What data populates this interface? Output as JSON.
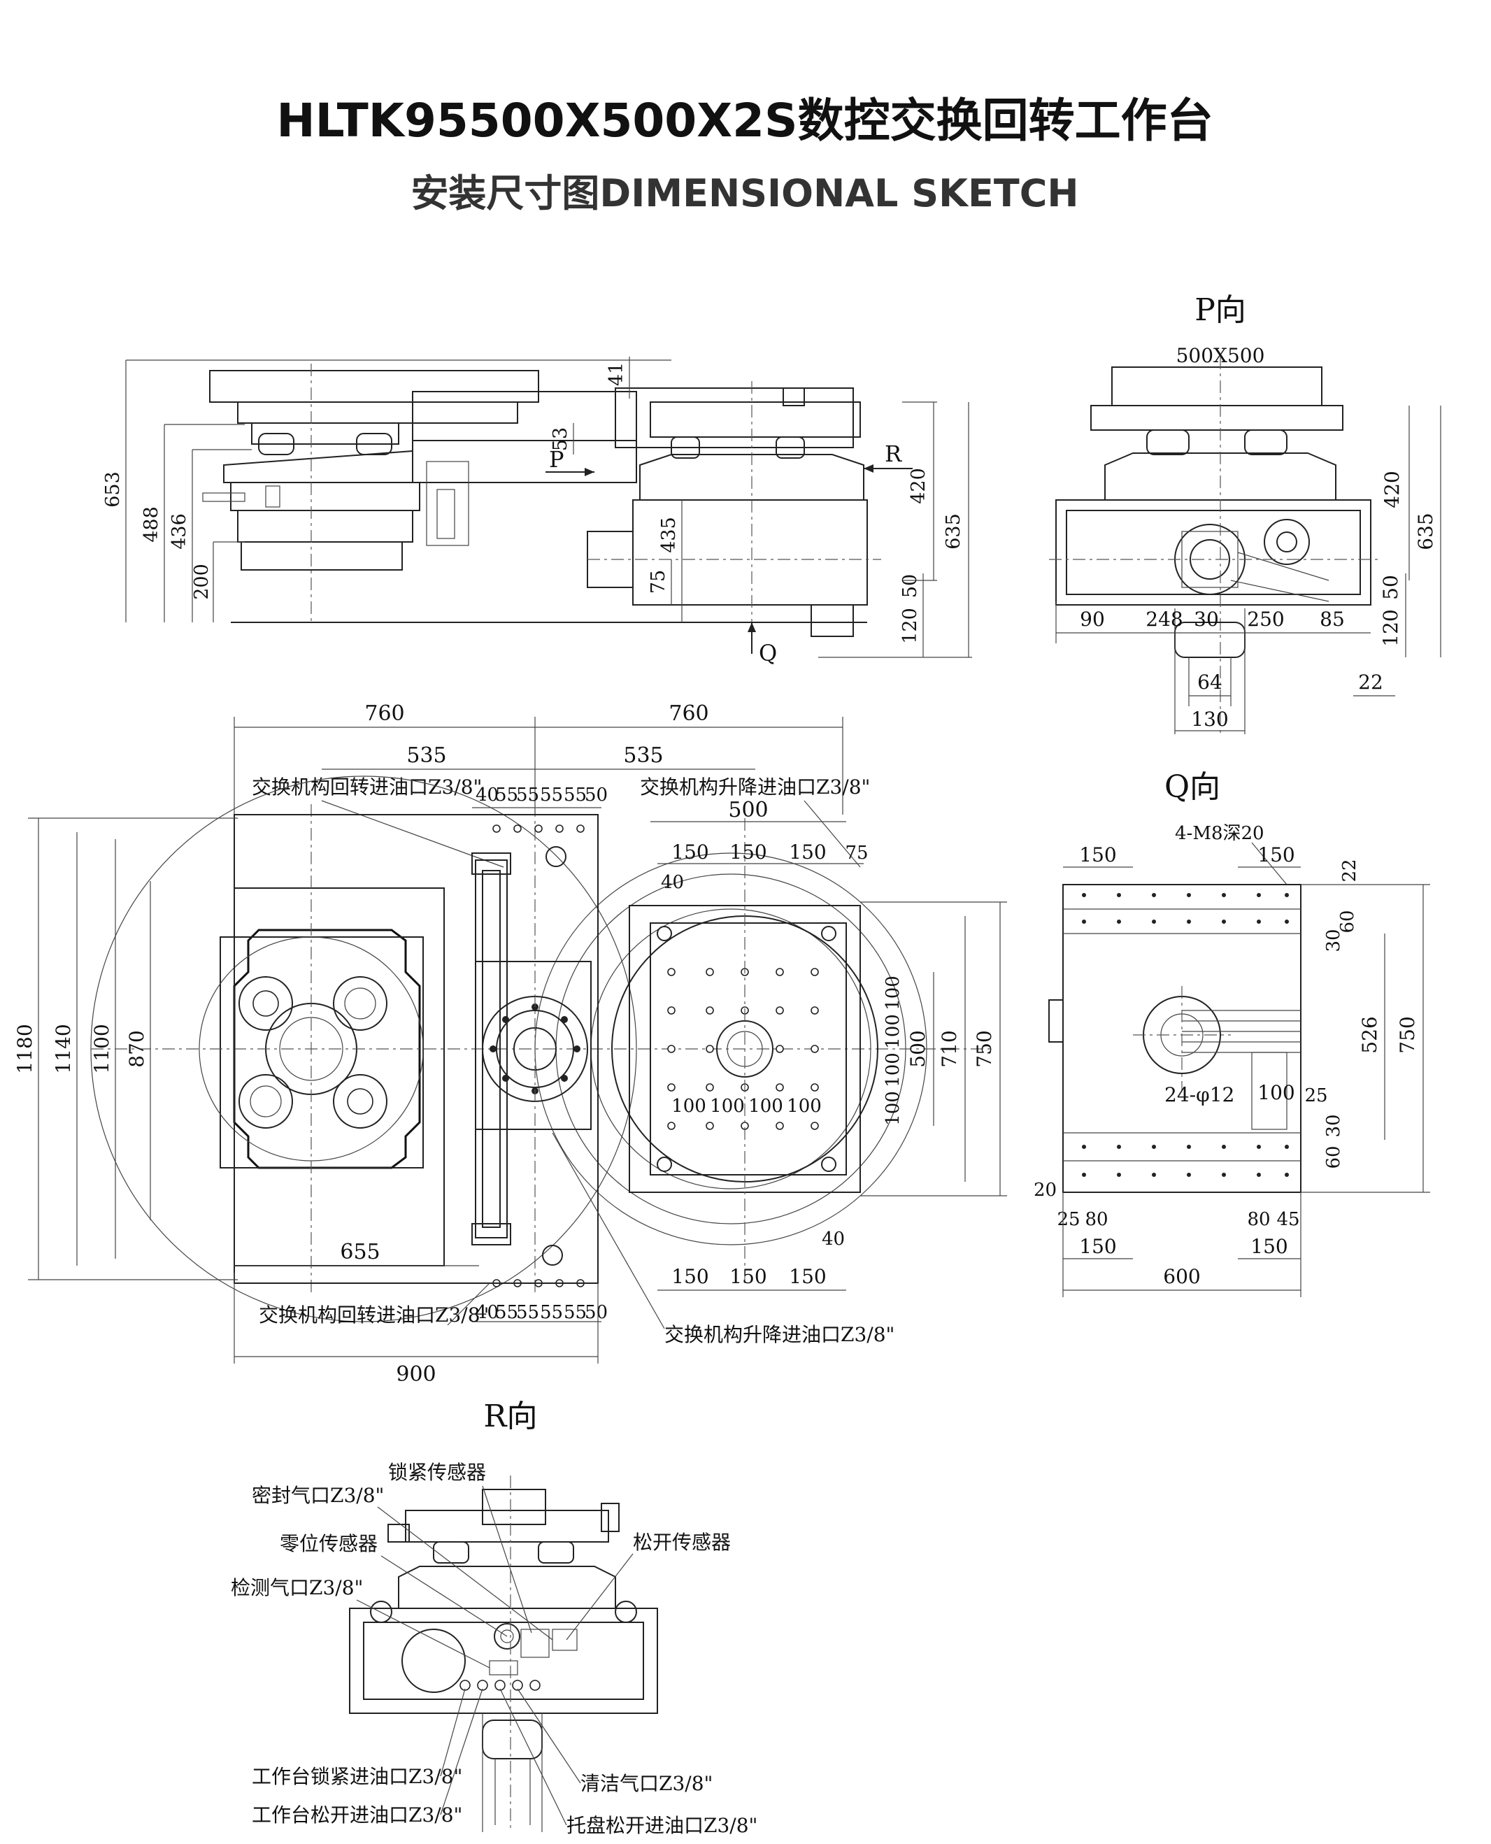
{
  "title": "HLTK95500X500X2S数控交换回转工作台",
  "subtitle": "安装尺寸图DIMENSIONAL SKETCH",
  "views": {
    "p_view": "P向",
    "q_view": "Q向",
    "r_view": "R向"
  },
  "markers": {
    "p": "P",
    "q": "Q",
    "r": "R"
  },
  "front_view": {
    "dims": [
      "653",
      "488",
      "436",
      "200",
      "41",
      "53",
      "435",
      "75",
      "420",
      "635",
      "50",
      "120"
    ]
  },
  "p_view_dims": {
    "table": "500X500",
    "d420": "420",
    "d635": "635",
    "d50": "50",
    "d120": "120",
    "d90": "90",
    "d248": "248",
    "d30": "30",
    "d250": "250",
    "d85": "85",
    "d64": "64",
    "d130": "130",
    "d22": "22"
  },
  "plan_view": {
    "dims": {
      "left760": "760",
      "right760": "760",
      "left535": "535",
      "right535": "535",
      "d500": "500",
      "d40": "40",
      "d75": "75",
      "h1180": "1180",
      "h1140": "1140",
      "h1100": "1100",
      "h870": "870",
      "h500": "500",
      "h710": "710",
      "h750": "750",
      "d655": "655",
      "d900": "900"
    },
    "spacing_top": [
      "40",
      "55",
      "55",
      "55",
      "55",
      "50"
    ],
    "spacing_bottom": [
      "40",
      "55",
      "55",
      "55",
      "55",
      "50"
    ],
    "d150": [
      "150",
      "150",
      "150"
    ],
    "d150b": [
      "150",
      "150",
      "150"
    ],
    "d100h": [
      "100",
      "100",
      "100",
      "100"
    ],
    "d100v": [
      "100",
      "100",
      "100",
      "100"
    ],
    "labels": {
      "rot_top": "交换机构回转进油口Z3/8\"",
      "lift_top": "交换机构升降进油口Z3/8\"",
      "rot_bottom": "交换机构回转进油口Z3/8\"",
      "lift_bottom": "交换机构升降进油口Z3/8\""
    }
  },
  "q_view_dims": {
    "m8": "4-M8深20",
    "d150a": "150",
    "d150b": "150",
    "d22": "22",
    "d30": "30",
    "d60": "60",
    "d526": "526",
    "d750": "750",
    "holes": "24-φ12",
    "d100": "100",
    "d25": "25",
    "d30b": "30",
    "d60b": "60",
    "d20": "20",
    "d25b": "25",
    "d80": "80",
    "d80b": "80",
    "d45": "45",
    "d150c": "150",
    "d150d": "150",
    "d600": "600"
  },
  "r_view_labels": {
    "lock_sensor": "锁紧传感器",
    "seal_air": "密封气口Z3/8\"",
    "unlock_sensor": "松开传感器",
    "zero_sensor": "零位传感器",
    "detect_air": "检测气口Z3/8\"",
    "table_lock_oil": "工作台锁紧进油口Z3/8\"",
    "clean_air": "清洁气口Z3/8\"",
    "table_unlock_oil": "工作台松开进油口Z3/8\"",
    "pallet_unlock_oil": "托盘松开进油口Z3/8\""
  }
}
